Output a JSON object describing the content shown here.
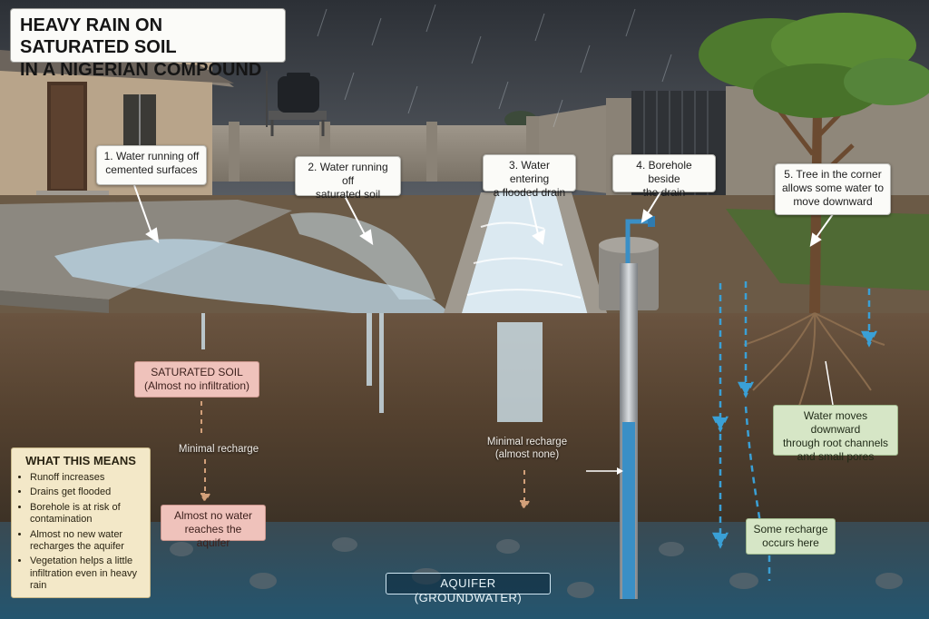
{
  "title": {
    "line1": "HEAVY RAIN ON SATURATED SOIL",
    "line2": "IN A NIGERIAN COMPOUND"
  },
  "callouts": {
    "c1": {
      "line1": "1. Water running off",
      "line2": "cemented surfaces"
    },
    "c2": {
      "line1": "2. Water running off",
      "line2": "saturated soil"
    },
    "c3": {
      "line1": "3. Water entering",
      "line2": "a flooded drain"
    },
    "c4": {
      "line1": "4. Borehole beside",
      "line2": "the drain"
    },
    "c5": {
      "line1": "5. Tree in the corner",
      "line2": "allows some water to",
      "line3": "move downward"
    }
  },
  "saturated_soil": {
    "line1": "SATURATED SOIL",
    "line2": "(Almost no infiltration)"
  },
  "minimal_recharge_left": "Minimal recharge",
  "almost_no_water": {
    "line1": "Almost no water",
    "line2": "reaches the aquifer"
  },
  "minimal_recharge_center": {
    "line1": "Minimal recharge",
    "line2": "(almost none)"
  },
  "root_note": {
    "line1": "Water moves downward",
    "line2": "through root channels",
    "line3": "and small pores"
  },
  "some_recharge": {
    "line1": "Some recharge",
    "line2": "occurs here"
  },
  "aquifer": "AQUIFER (GROUNDWATER)",
  "what_this_means": {
    "heading": "WHAT THIS MEANS",
    "items": [
      "Runoff increases",
      "Drains get flooded",
      "Borehole is at risk of contamination",
      "Almost no new water recharges the aquifer",
      "Vegetation helps a little infiltration even in heavy rain"
    ]
  },
  "colors": {
    "sky": "#3a3f46",
    "soil": "#5a4634",
    "water": "#bcd8ea",
    "aquifer_water": "#2f6f98",
    "arrow_blue": "#3aa0d6",
    "arrow_tan": "#d2a07a",
    "pink_box": "#efc2bb",
    "green_box": "#d6e6c6",
    "cream_box": "#f3e8c8"
  }
}
